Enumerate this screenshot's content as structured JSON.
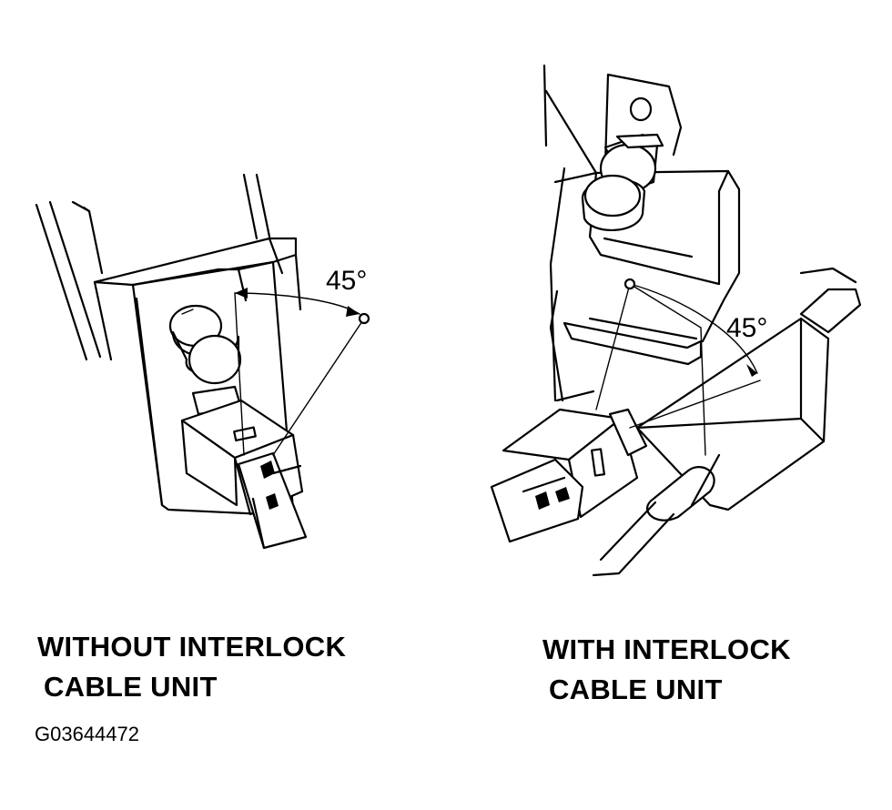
{
  "left_view": {
    "angle_label": "45°",
    "caption_line1": "WITHOUT INTERLOCK",
    "caption_line2": "CABLE UNIT"
  },
  "right_view": {
    "angle_label": "45°",
    "caption_line1": "WITH INTERLOCK",
    "caption_line2": "CABLE UNIT"
  },
  "figure_code": "G03644472"
}
